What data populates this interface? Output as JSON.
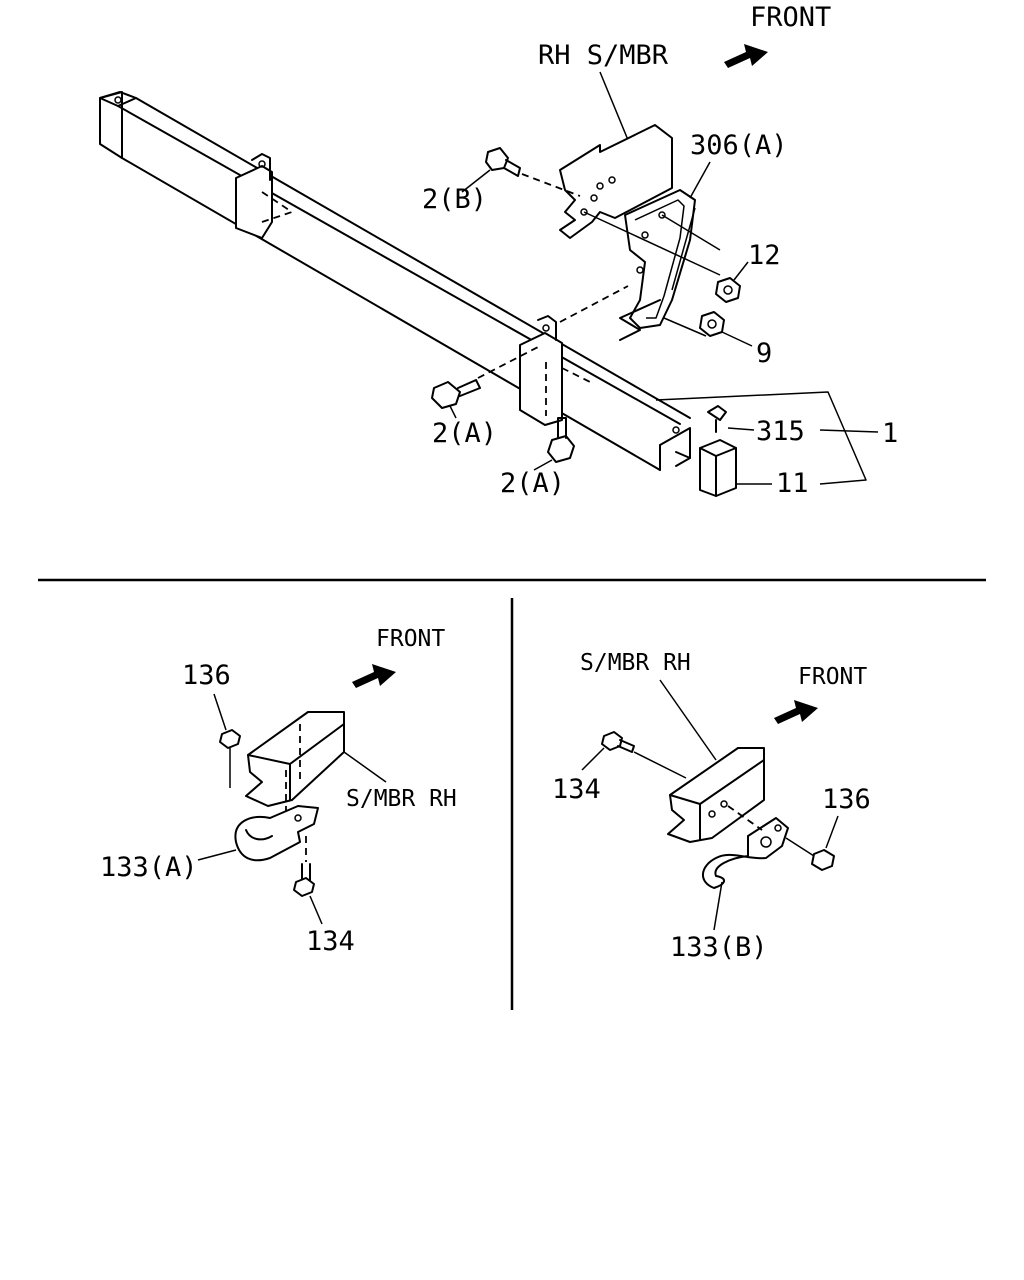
{
  "top_panel": {
    "front_label": "FRONT",
    "member_label": "RH S/MBR",
    "parts": {
      "p2b": "2(B)",
      "p306a": "306(A)",
      "p12": "12",
      "p9": "9",
      "p2a_upper": "2(A)",
      "p2a_lower": "2(A)",
      "p315": "315",
      "p1": "1",
      "p11": "11"
    }
  },
  "bottom_left_panel": {
    "front_label": "FRONT",
    "member_label": "S/MBR RH",
    "parts": {
      "p136": "136",
      "p133a": "133(A)",
      "p134": "134"
    }
  },
  "bottom_right_panel": {
    "front_label": "FRONT",
    "member_label": "S/MBR RH",
    "parts": {
      "p134": "134",
      "p136": "136",
      "p133b": "133(B)"
    }
  }
}
